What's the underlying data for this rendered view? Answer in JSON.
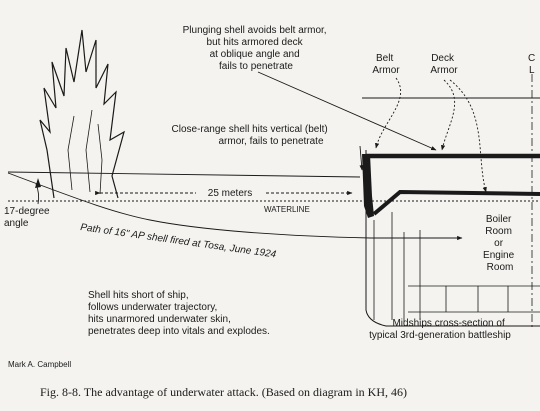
{
  "plunging_note": [
    "Plunging shell avoids belt armor,",
    "but hits armored deck",
    "at oblique angle and",
    "fails to penetrate"
  ],
  "belt_armor": [
    "Belt",
    "Armor"
  ],
  "deck_armor": [
    "Deck",
    "Armor"
  ],
  "centerline": [
    "C",
    "L"
  ],
  "close_range_note": [
    "Close-range shell hits vertical (belt)",
    "armor, fails to penetrate"
  ],
  "distance_label": "25 meters",
  "waterline_label": "WATERLINE",
  "angle_label": [
    "17-degree",
    "angle"
  ],
  "path_label": "Path of 16\" AP shell fired at Tosa, June 1924",
  "boiler_room": [
    "Boiler",
    "Room",
    "or",
    "Engine",
    "Room"
  ],
  "short_note": [
    "Shell hits short of ship,",
    "follows underwater trajectory,",
    "hits unarmored underwater skin,",
    "penetrates deep into vitals and explodes."
  ],
  "cross_section_label": [
    "Midships cross-section of",
    "typical 3rd-generation battleship"
  ],
  "author": "Mark A. Campbell",
  "caption": "Fig. 8-8. The advantage of underwater attack. (Based on diagram in KH, 46)",
  "colors": {
    "ink": "#1a1a1a",
    "paper": "#f4f3ef"
  }
}
